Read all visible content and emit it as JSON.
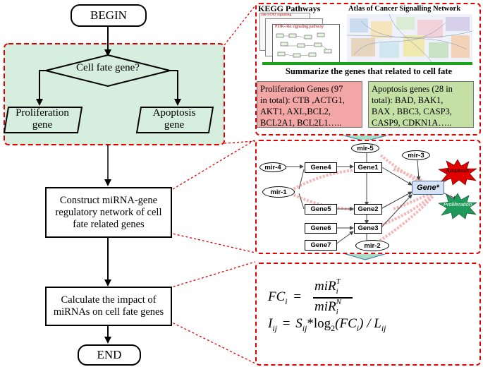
{
  "flowchart": {
    "begin": "BEGIN",
    "decision": "Cell fate gene?",
    "proliferation": "Proliferation\ngene",
    "apoptosis": "Apoptosis\ngene",
    "construct": "Construct miRNA-gene\nregulatory network of cell\nfate related genes",
    "calculate": "Calculate the impact of\nmiRNAs on cell fate genes",
    "end": "END"
  },
  "summary_panel": {
    "kegg_title": "KEGG Pathways",
    "kegg_tab1": "Jak-STAT signaling",
    "kegg_tab2": "PI3K-Akt signaling pathway",
    "atlas_title": "Atlas of Cancer Signalling Network",
    "summarize": "Summarize the genes that related to cell fate",
    "proliferation_box": "Proliferation Genes (97\nin total): CTB ,ACTG1,\nAKT1, AXL,BCL2,\nBCL2A1, BCL2L1…..",
    "apoptosis_box": "Apoptosis genes (28 in\ntotal): BAD, BAK1,\nBAX , BBC3, CASP3,\nCASP9, CDKN1A….."
  },
  "network_panel": {
    "mirs": [
      "mir-5",
      "mir-3",
      "mir-4",
      "mir-1",
      "mir-2"
    ],
    "genes": [
      "Gene4",
      "Gene1",
      "Gene5",
      "Gene2",
      "Gene6",
      "Gene3",
      "Gene7"
    ],
    "hub": "Gene*",
    "apoptosis_star": "Apoptosis",
    "proliferation_star": "Proliferation"
  },
  "formula_panel": {
    "fc": "FC",
    "fc_sub": "i",
    "equals": "=",
    "num": "miR",
    "num_sub": "i",
    "num_sup": "T",
    "den": "miR",
    "den_sub": "i",
    "den_sup": "N",
    "i_lhs": "I",
    "i_sub": "ij",
    "s": "S",
    "s_sub": "ij",
    "log": "*log",
    "log_sub": "2",
    "fc2": "(FC",
    "fc2_sub": "i",
    "div": ") / L",
    "l_sub": "ij"
  },
  "colors": {
    "accent_red": "#e00000",
    "green_panel": "#d6eedd",
    "proliferation_box": "#f2a6a6",
    "apoptosis_box": "#c5e0a5",
    "arrow_teal": "#a6dcc8"
  }
}
